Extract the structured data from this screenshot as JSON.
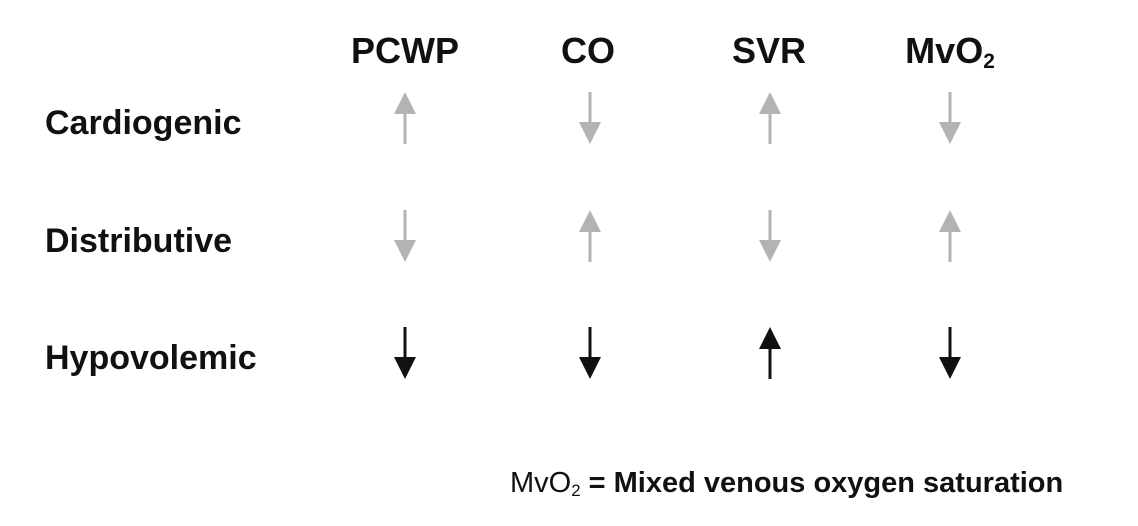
{
  "columns": [
    {
      "base": "PCWP",
      "sub": ""
    },
    {
      "base": "CO",
      "sub": ""
    },
    {
      "base": "SVR",
      "sub": ""
    },
    {
      "base": "MvO",
      "sub": "2"
    }
  ],
  "rows": [
    {
      "label": "Cardiogenic",
      "arrows": [
        "up",
        "down",
        "up",
        "down"
      ],
      "tone": "faded"
    },
    {
      "label": "Distributive",
      "arrows": [
        "down",
        "up",
        "down",
        "up"
      ],
      "tone": "faded"
    },
    {
      "label": "Hypovolemic",
      "arrows": [
        "down",
        "down",
        "up",
        "down"
      ],
      "tone": "active"
    }
  ],
  "colors": {
    "faded": "#b3b3b3",
    "active": "#111111",
    "text": "#111111"
  },
  "footnote": {
    "abbr_base": "MvO",
    "abbr_sub": "2",
    "definition": "= Mixed venous oxygen saturation"
  }
}
